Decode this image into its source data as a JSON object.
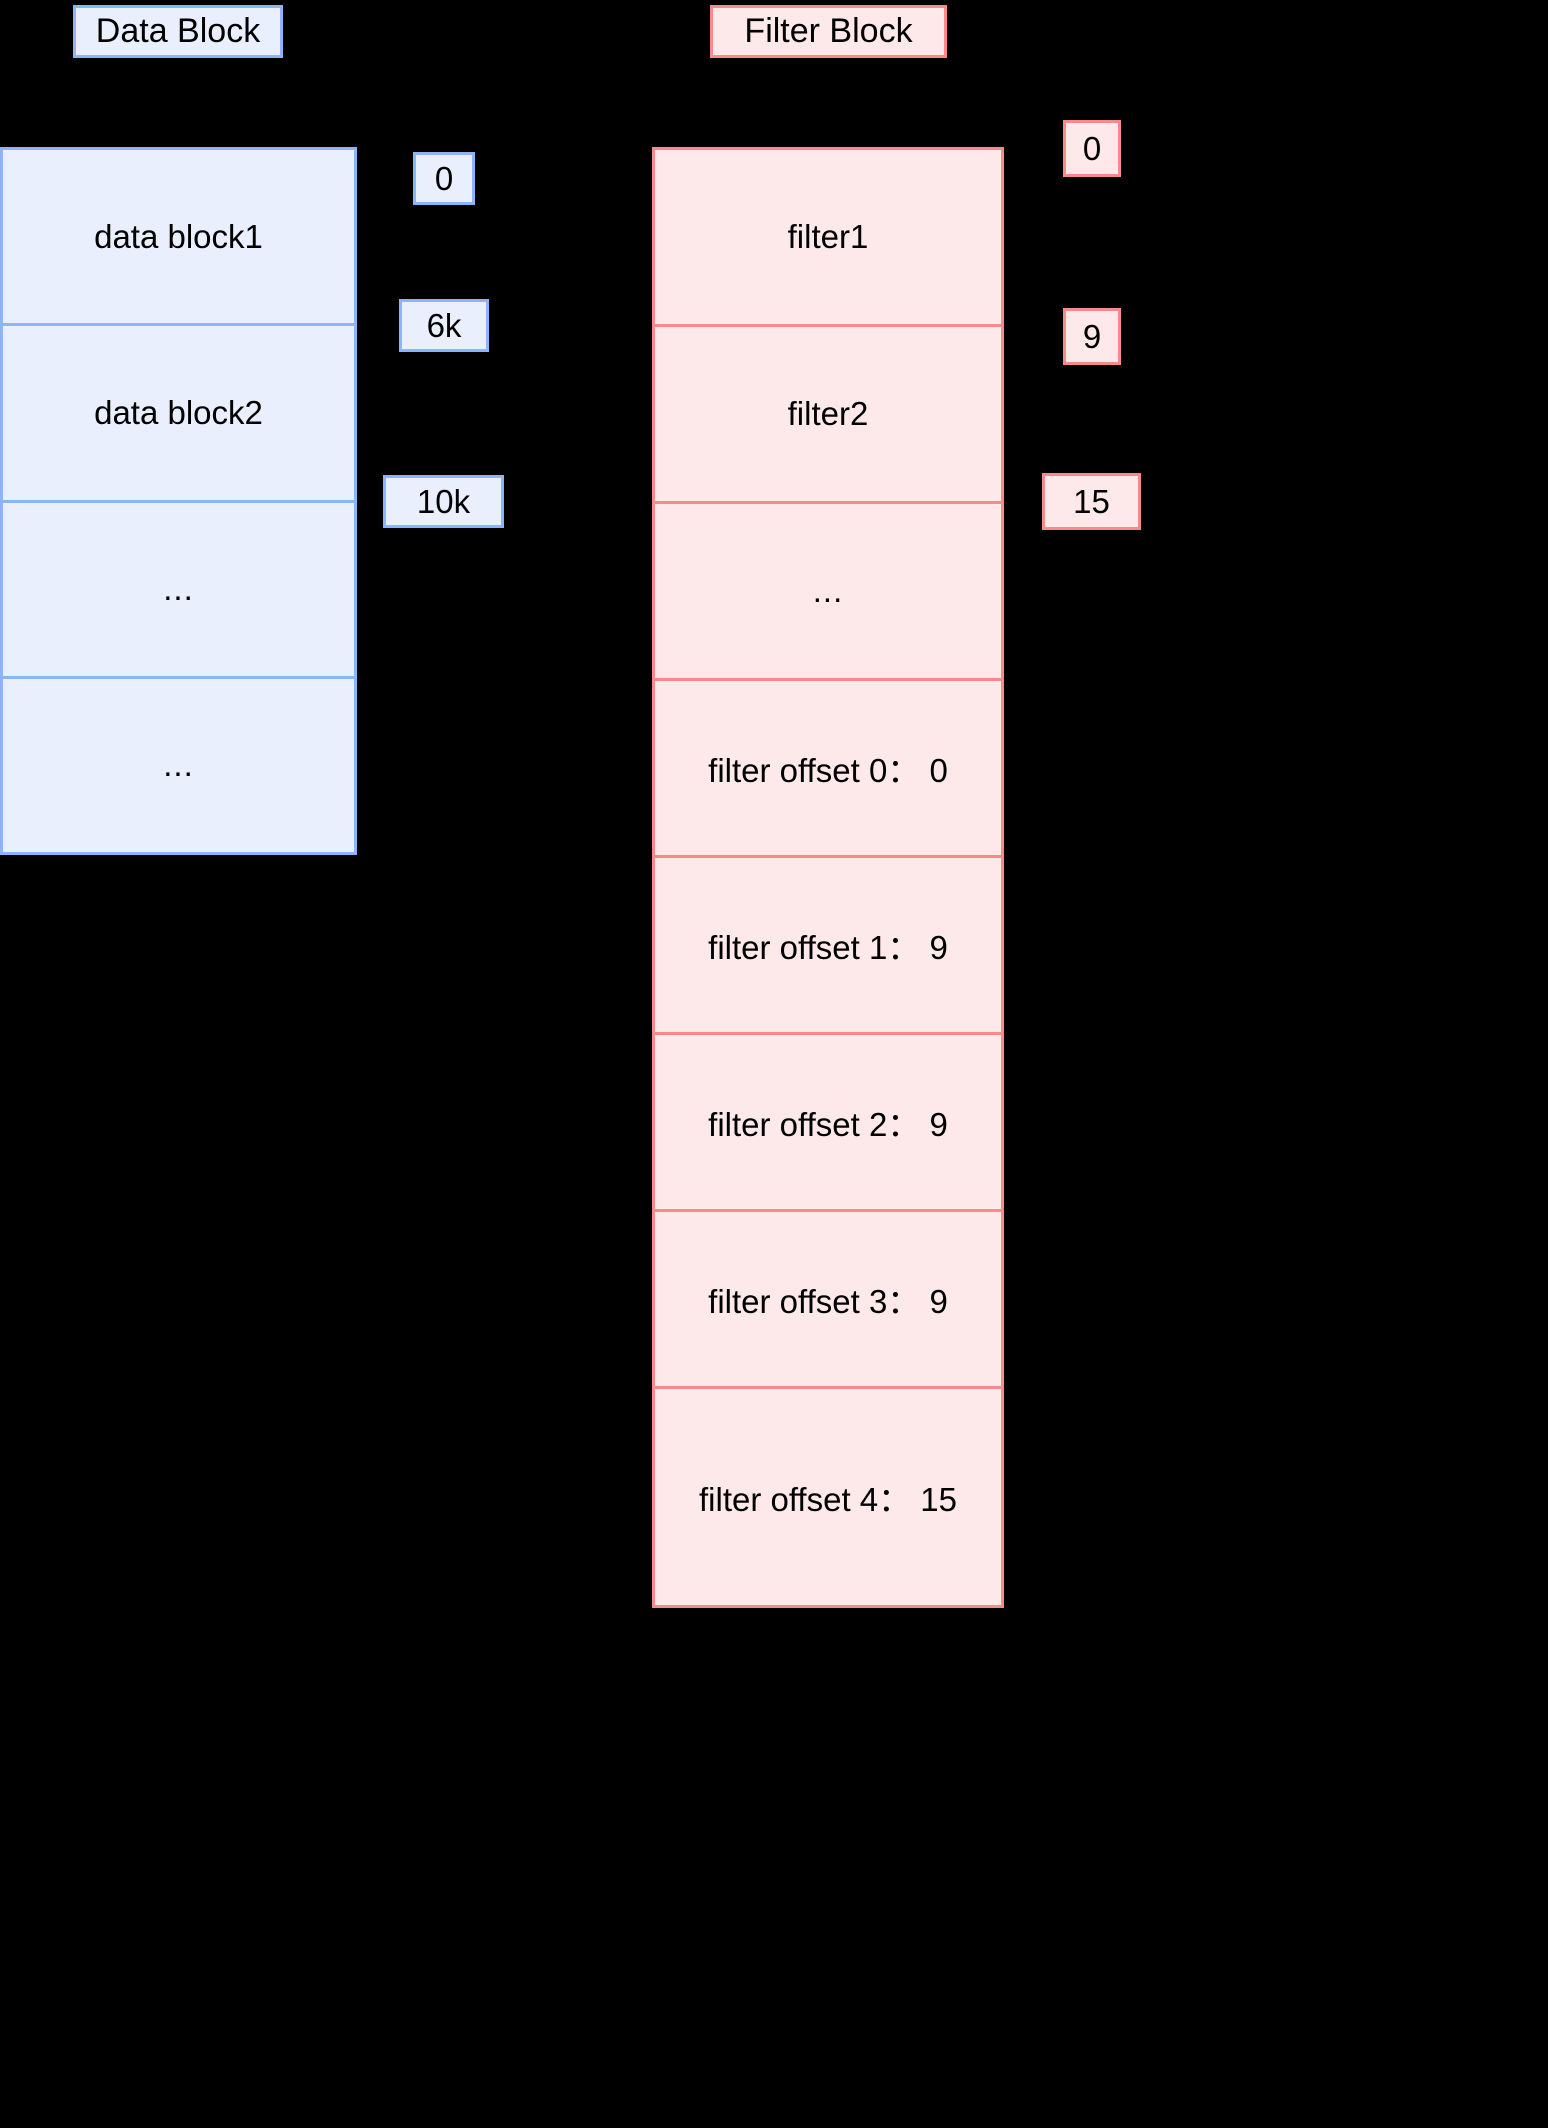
{
  "diagram": {
    "background_color": "#000000",
    "data_block": {
      "header": "Data Block",
      "fill_color": "#e9effd",
      "stroke_color": "#8cb4f8",
      "rows": [
        {
          "label": "data block1"
        },
        {
          "label": "data block2"
        },
        {
          "label": "..."
        },
        {
          "label": "..."
        }
      ],
      "offsets": [
        {
          "label": "0"
        },
        {
          "label": "6k"
        },
        {
          "label": "10k"
        }
      ]
    },
    "filter_block": {
      "header": "Filter Block",
      "fill_color": "#fde9ea",
      "stroke_color": "#fa8a8a",
      "rows": [
        {
          "label": "filter1"
        },
        {
          "label": "filter2"
        },
        {
          "label": "..."
        },
        {
          "label": "filter offset 0：  0"
        },
        {
          "label": "filter offset 1：  9"
        },
        {
          "label": "filter offset 2：  9"
        },
        {
          "label": "filter offset 3：  9"
        },
        {
          "label": "filter offset 4：  15"
        }
      ],
      "offsets": [
        {
          "label": "0"
        },
        {
          "label": "9"
        },
        {
          "label": "15"
        }
      ]
    }
  }
}
